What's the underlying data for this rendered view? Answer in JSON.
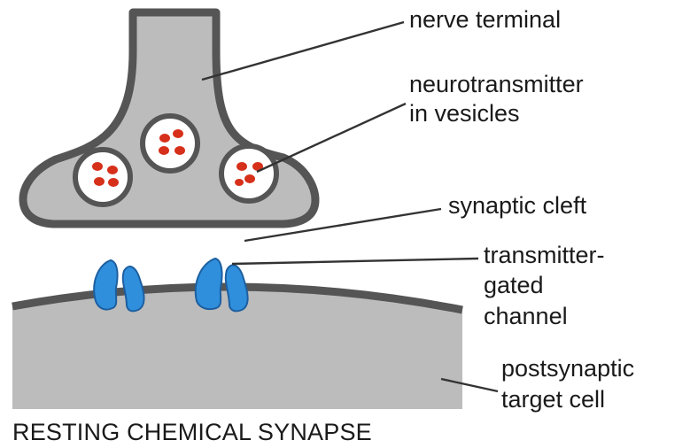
{
  "labels": {
    "nerve_terminal": "nerve terminal",
    "neurotransmitter_line1": "neurotransmitter",
    "neurotransmitter_line2": "in vesicles",
    "synaptic_cleft": "synaptic cleft",
    "channel_line1": "transmitter-",
    "channel_line2": "gated",
    "channel_line3": "channel",
    "target_line1": "postsynaptic",
    "target_line2": "target cell"
  },
  "caption": "RESTING CHEMICAL SYNAPSE",
  "colors": {
    "cell_fill": "#bcbcbc",
    "membrane": "#555555",
    "vesicle_fill": "#ffffff",
    "transmitter": "#d6301a",
    "channel": "#2f8fdc",
    "leader_line": "#333333",
    "text": "#1a1a1a"
  }
}
